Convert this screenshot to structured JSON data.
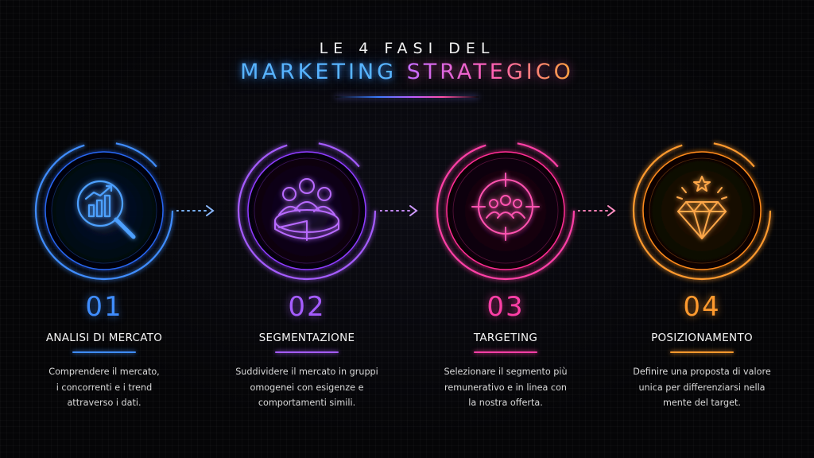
{
  "header": {
    "title_top": "LE 4 FASI DEL",
    "title_word1": "MARKETING",
    "title_word2": "STRATEGICO"
  },
  "colors": {
    "blue": "#3f8dff",
    "purple": "#a55cff",
    "pink": "#ff3fa6",
    "orange": "#ff9a2e"
  },
  "stages": [
    {
      "number": "01",
      "name": "ANALISI DI MERCATO",
      "description_lines": [
        "Comprendere il mercato,",
        "i concorrenti e i trend",
        "attraverso i dati."
      ],
      "icon": "magnifier-chart-icon",
      "color": "#3f8dff"
    },
    {
      "number": "02",
      "name": "SEGMENTAZIONE",
      "description_lines": [
        "Suddividere il mercato in gruppi",
        "omogenei con esigenze e",
        "comportamenti simili."
      ],
      "icon": "group-pie-icon",
      "color": "#a55cff"
    },
    {
      "number": "03",
      "name": "TARGETING",
      "description_lines": [
        "Selezionare il segmento più",
        "remunerativo e in linea con",
        "la nostra offerta."
      ],
      "icon": "crosshair-group-icon",
      "color": "#ff3fa6"
    },
    {
      "number": "04",
      "name": "POSIZIONAMENTO",
      "description_lines": [
        "Definire una proposta di valore",
        "unica per differenziarsi nella",
        "mente del target."
      ],
      "icon": "diamond-star-icon",
      "color": "#ff9a2e"
    }
  ]
}
